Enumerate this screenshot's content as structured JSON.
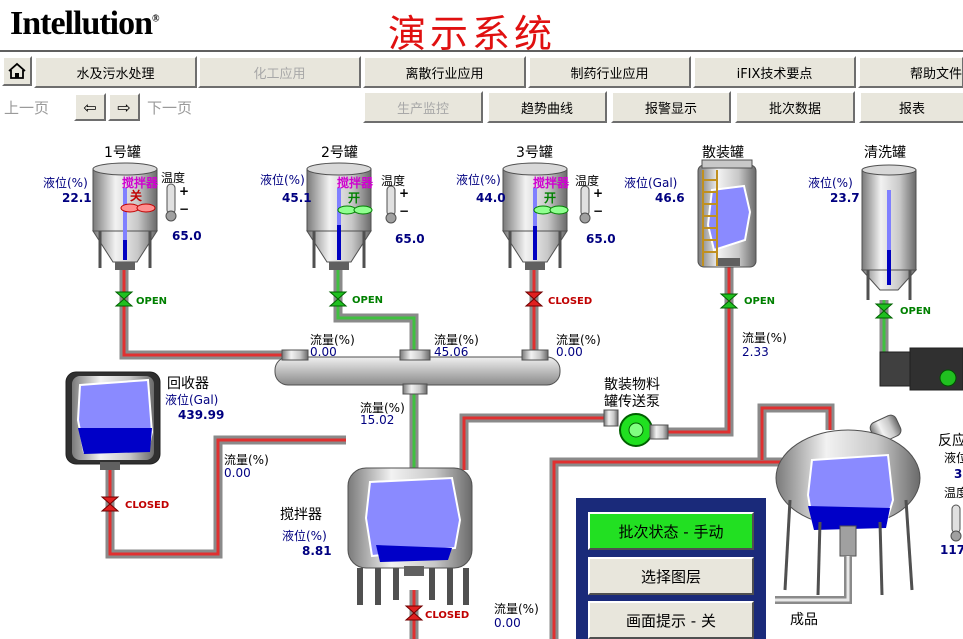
{
  "header": {
    "logo": "Intellution",
    "logo_mark": "®",
    "title": "演示系统"
  },
  "menu": [
    {
      "label": "水及污水处理",
      "disabled": false
    },
    {
      "label": "化工应用",
      "disabled": true
    },
    {
      "label": "离散行业应用",
      "disabled": false
    },
    {
      "label": "制药行业应用",
      "disabled": false
    },
    {
      "label": "iFIX技术要点",
      "disabled": false
    },
    {
      "label": "帮助文件",
      "disabled": false
    }
  ],
  "nav": {
    "prev": "上一页",
    "next": "下一页",
    "prev_arrow": "⇦",
    "next_arrow": "⇨"
  },
  "submenu": [
    {
      "label": "生产监控",
      "disabled": true
    },
    {
      "label": "趋势曲线",
      "disabled": false
    },
    {
      "label": "报警显示",
      "disabled": false
    },
    {
      "label": "批次数据",
      "disabled": false
    },
    {
      "label": "报表",
      "disabled": false
    }
  ],
  "tanks": {
    "t1": {
      "name": "1号罐",
      "level_label": "液位(%)",
      "level": "22.1",
      "temp_label": "温度",
      "temp": "65.0",
      "mixer_label": "搅拌器",
      "mixer_state": "关",
      "valve": "OPEN"
    },
    "t2": {
      "name": "2号罐",
      "level_label": "液位(%)",
      "level": "45.1",
      "temp_label": "温度",
      "temp": "65.0",
      "mixer_label": "搅拌器",
      "mixer_state": "开",
      "valve": "OPEN"
    },
    "t3": {
      "name": "3号罐",
      "level_label": "液位(%)",
      "level": "44.0",
      "temp_label": "温度",
      "temp": "65.0",
      "mixer_label": "搅拌器",
      "mixer_state": "开",
      "valve": "CLOSED"
    },
    "bulk": {
      "name": "散装罐",
      "level_label": "液位(Gal)",
      "level": "46.6",
      "valve": "OPEN"
    },
    "wash": {
      "name": "清洗罐",
      "level_label": "液位(%)",
      "level": "23.7",
      "valve": "OPEN"
    }
  },
  "flows": {
    "f1": {
      "label": "流量(%)",
      "value": "0.00"
    },
    "f2": {
      "label": "流量(%)",
      "value": "45.06"
    },
    "f3": {
      "label": "流量(%)",
      "value": "0.00"
    },
    "f4": {
      "label": "流量(%)",
      "value": "2.33"
    },
    "f5": {
      "label": "流量(%)",
      "value": "15.02"
    },
    "f6": {
      "label": "流量(%)",
      "value": "0.00"
    },
    "f7": {
      "label": "流量(%)",
      "value": "0.00"
    }
  },
  "recycler": {
    "name": "回收器",
    "level_label": "液位(Gal)",
    "level": "439.99",
    "valve": "CLOSED"
  },
  "pump": {
    "line1": "散装物料",
    "line2": "罐传送泵"
  },
  "mixer": {
    "name": "搅拌器",
    "level_label": "液位(%)",
    "level": "8.81",
    "valve": "CLOSED"
  },
  "reactor": {
    "name_part": "反应",
    "level_part": "液位",
    "value_part": "3",
    "temp_part": "温度",
    "temp_value_part": "117."
  },
  "product": "成品",
  "panel": {
    "batch_status": "批次状态 - 手动",
    "select_layer": "选择图层",
    "screen_tip": "画面提示 - 关"
  },
  "colors": {
    "title": "#e01010",
    "value": "#000080",
    "open": "#008000",
    "closed": "#c00000",
    "panel": "#1a2a7a",
    "liquid": "#8a8aff"
  }
}
